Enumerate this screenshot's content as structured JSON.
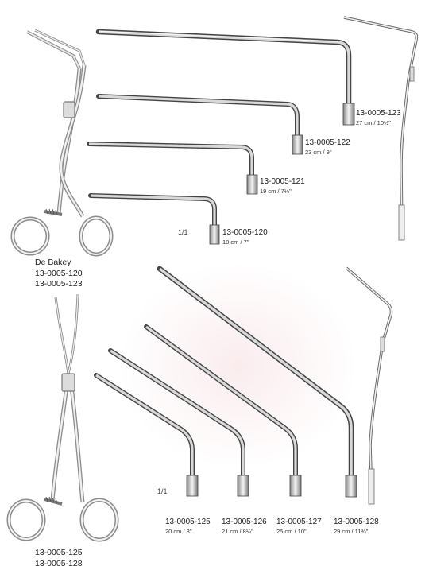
{
  "top_group": {
    "caption": {
      "name": "De Bakey",
      "codes": [
        "13-0005-120",
        "13-0005-123"
      ]
    },
    "scale": "1/1",
    "items": [
      {
        "code": "13-0005-123",
        "size": "27 cm / 10½\""
      },
      {
        "code": "13-0005-122",
        "size": "23 cm / 9\""
      },
      {
        "code": "13-0005-121",
        "size": "19 cm / 7½\""
      },
      {
        "code": "13-0005-120",
        "size": "18 cm / 7\""
      }
    ]
  },
  "bottom_group": {
    "caption": {
      "codes": [
        "13-0005-125",
        "13-0005-128"
      ]
    },
    "scale": "1/1",
    "items": [
      {
        "code": "13-0005-125",
        "size": "20 cm / 8\""
      },
      {
        "code": "13-0005-126",
        "size": "21 cm / 8¼\""
      },
      {
        "code": "13-0005-127",
        "size": "25 cm / 10\""
      },
      {
        "code": "13-0005-128",
        "size": "29 cm / 11¾\""
      }
    ]
  }
}
